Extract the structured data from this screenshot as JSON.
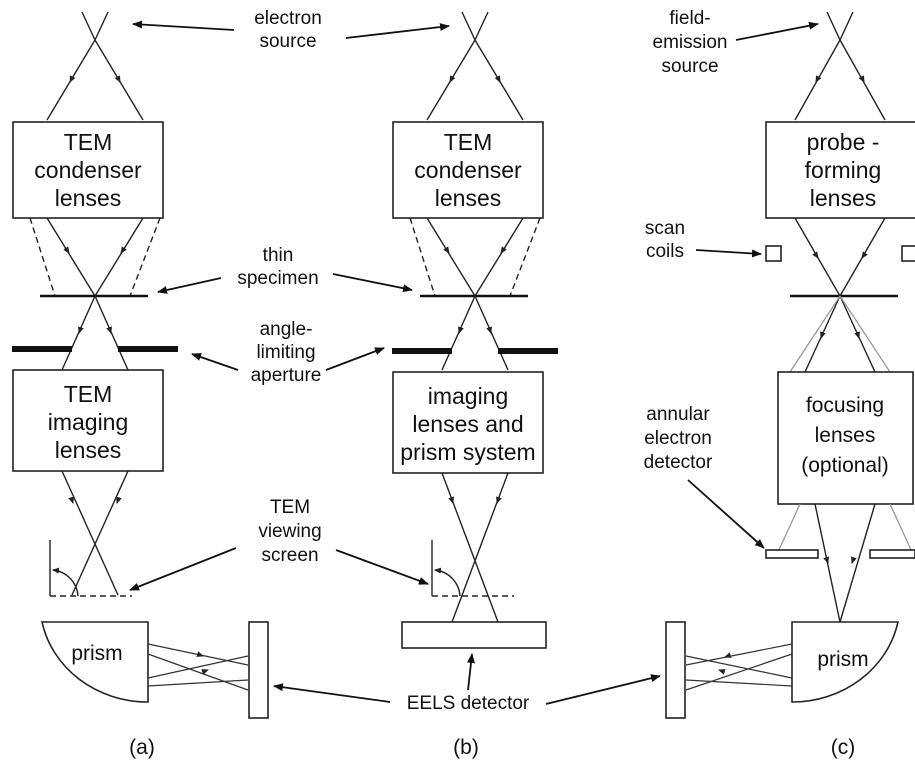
{
  "labels": {
    "electron_source": [
      "electron",
      "source"
    ],
    "field_emission_source": [
      "field-",
      "emission",
      "source"
    ],
    "thin_specimen": [
      "thin",
      "specimen"
    ],
    "angle_limiting_aperture": [
      "angle-",
      "limiting",
      "aperture"
    ],
    "scan_coils": [
      "scan",
      "coils"
    ],
    "tem_viewing_screen": [
      "TEM",
      "viewing",
      "screen"
    ],
    "annular_electron_detector": [
      "annular",
      "electron",
      "detector"
    ],
    "eels_detector": "EELS detector",
    "prism": "prism"
  },
  "boxes": {
    "tem_condenser": [
      "TEM",
      "condenser",
      "lenses"
    ],
    "tem_imaging": [
      "TEM",
      "imaging",
      "lenses"
    ],
    "imaging_prism": [
      "imaging",
      "lenses and",
      "prism system"
    ],
    "probe_forming": [
      "probe -",
      "forming",
      "lenses"
    ],
    "focusing": [
      "focusing",
      "lenses",
      "(optional)"
    ]
  },
  "captions": [
    "(a)",
    "(b)",
    "(c)"
  ]
}
